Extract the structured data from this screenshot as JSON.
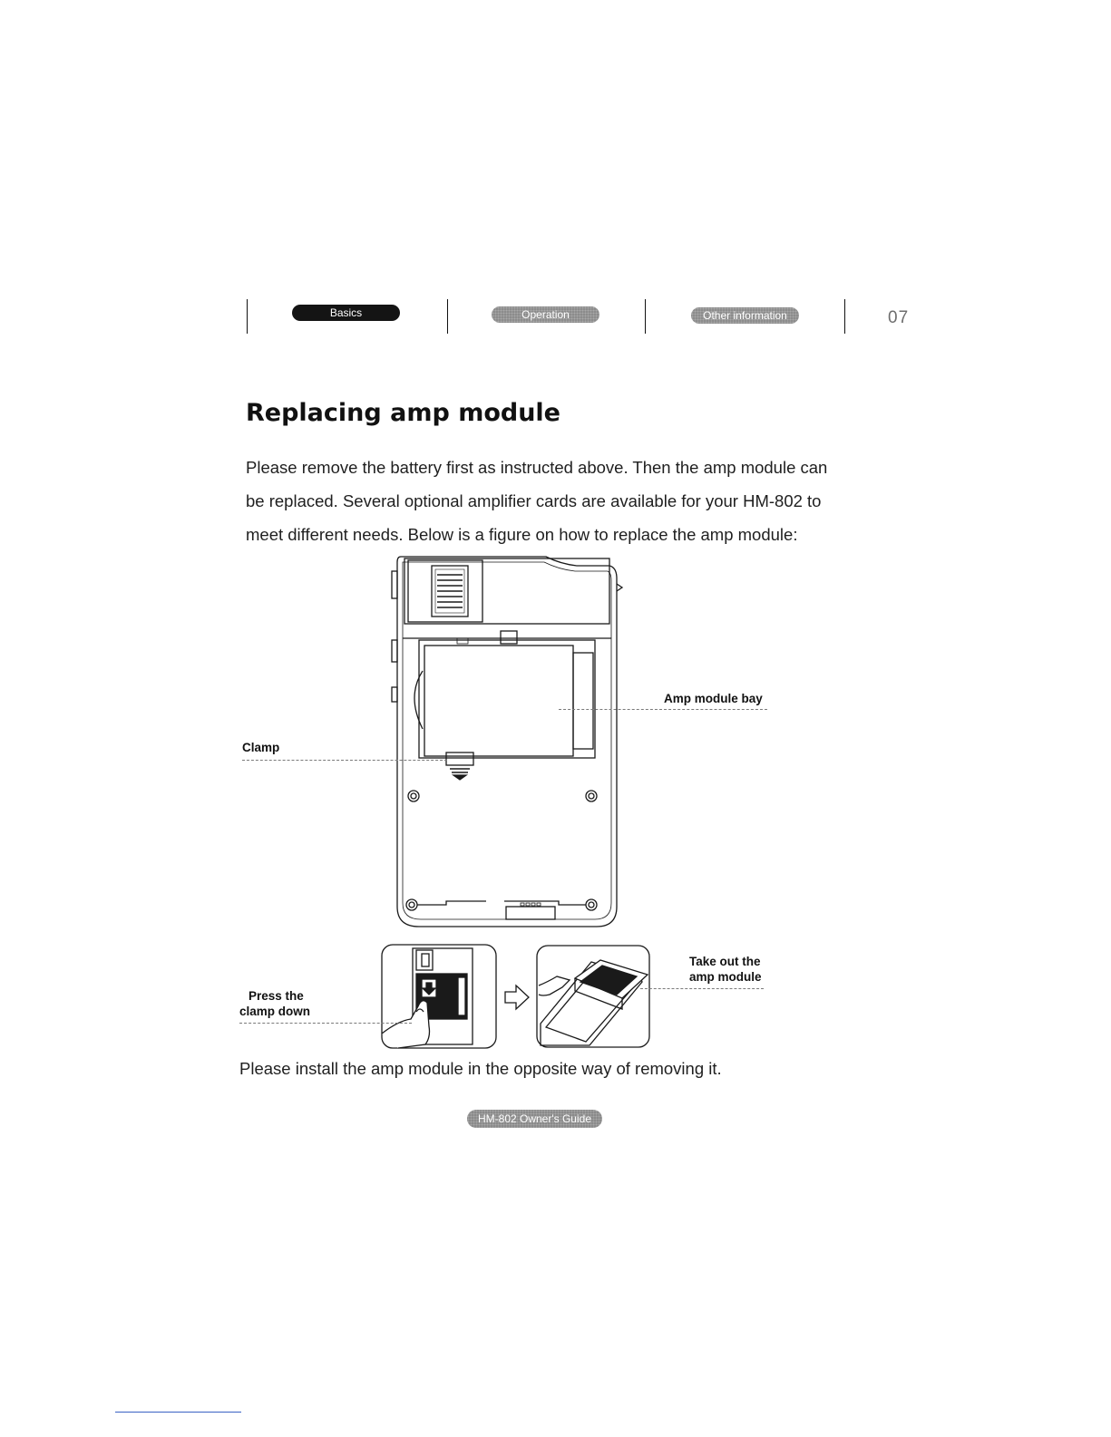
{
  "header": {
    "tabs": [
      {
        "label": "Basics",
        "active": true
      },
      {
        "label": "Operation",
        "active": false
      },
      {
        "label": "Other information",
        "active": false
      }
    ],
    "page_number": "07"
  },
  "section": {
    "title": "Replacing amp module",
    "intro_lines": [
      "Please remove the battery first as instructed above. Then the amp module can",
      "be replaced. Several optional amplifier cards are available for your HM-802 to",
      "meet different needs. Below is a figure on how to replace the amp module:"
    ]
  },
  "figure": {
    "callouts": {
      "amp_bay": "Amp module bay",
      "clamp": "Clamp",
      "press_line1": "Press the",
      "press_line2": "clamp down",
      "take_line1": "Take out the",
      "take_line2": "amp module"
    }
  },
  "closing": "Please install the amp module in the opposite way of removing it.",
  "footer": {
    "guide": "HM-802 Owner's Guide"
  },
  "colors": {
    "dark_pill": "#141414",
    "gray_pill": "#8c8c8c",
    "ink": "#111111"
  }
}
